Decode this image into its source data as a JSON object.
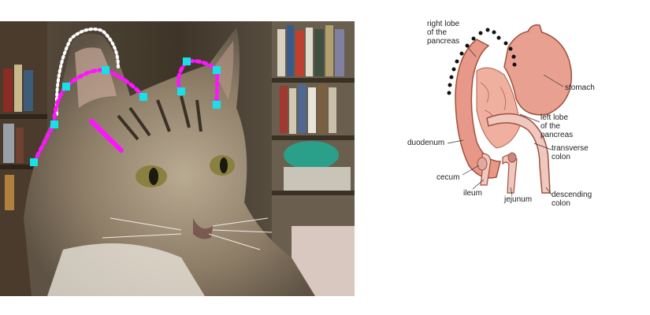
{
  "overlay_colors": {
    "curve": "#ff14ff",
    "keypoint": "#18e0e8",
    "dotted_outline": "#ffffff",
    "pancreas_dots": "#111111"
  },
  "anatomy": {
    "labels": {
      "right_lobe": "right lobe\nof the\npancreas",
      "stomach": "stomach",
      "left_lobe": "left lobe\nof the\npancreas",
      "duodenum": "duodenum",
      "transverse_colon": "transverse\ncolon",
      "cecum": "cecum",
      "ileum": "ileum",
      "jejunum": "jejunum",
      "descending_colon": "descending\ncolon"
    }
  }
}
